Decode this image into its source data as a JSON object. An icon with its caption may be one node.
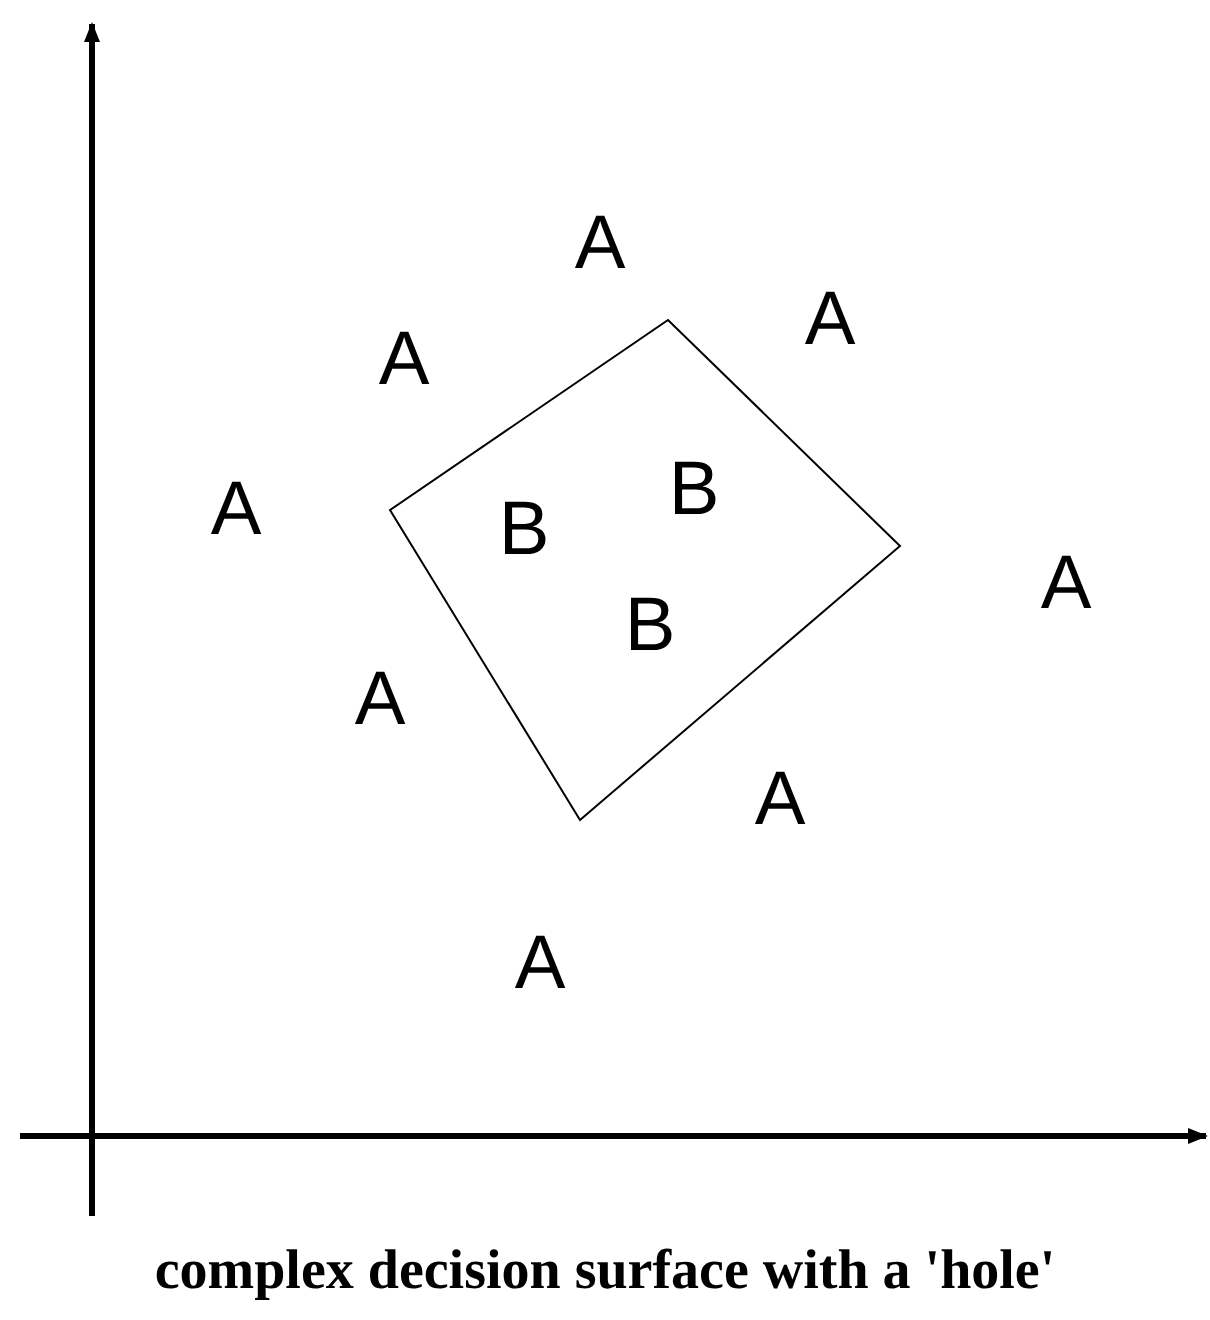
{
  "diagram": {
    "caption": "complex decision surface with a 'hole'",
    "labels": [
      "A",
      "A",
      "A",
      "B",
      "A",
      "B",
      "A",
      "B",
      "A",
      "A",
      "A"
    ]
  }
}
